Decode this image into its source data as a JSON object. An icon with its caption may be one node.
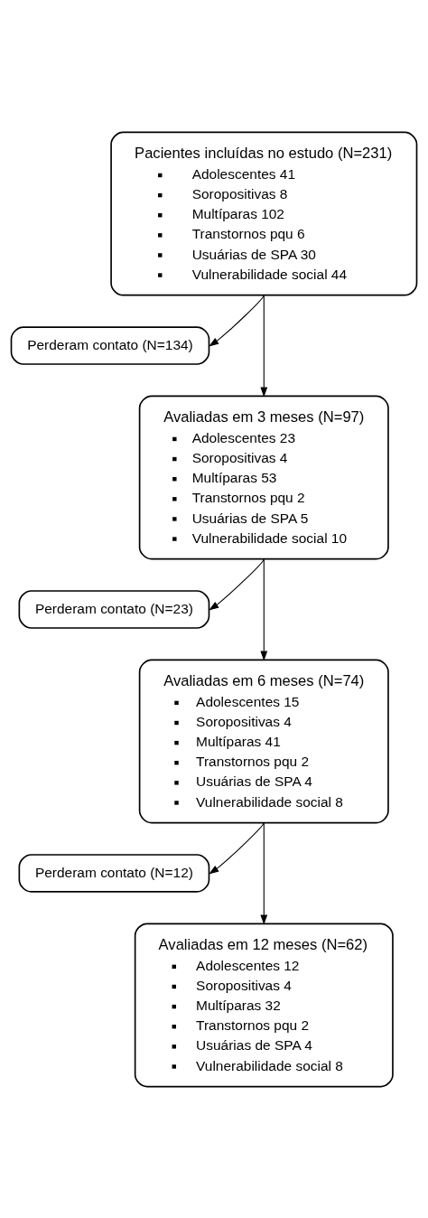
{
  "diagram": {
    "nodes": [
      {
        "text": [
          "Pacientes incluídas no estudo (N=231)",
          "Adolescentes 41",
          "Soropositivas 8",
          "Multíparas 102",
          "Transtornos pqu 6",
          "Usuárias de SPA 30",
          "Vulnerabilidade social 44"
        ]
      },
      {
        "text": [
          "Perderam contato (N=134)"
        ]
      },
      {
        "text": [
          "Avaliadas em 3 meses (N=97)",
          "Adolescentes 23",
          "Soropositivas 4",
          "Multíparas 53",
          "Transtornos pqu 2",
          "Usuárias de SPA 5",
          "Vulnerabilidade social 10"
        ]
      },
      {
        "text": [
          "Perderam contato (N=23)"
        ]
      },
      {
        "text": [
          "Avaliadas em 6 meses (N=74)",
          "Adolescentes 15",
          "Soropositivas 4",
          "Multíparas 41",
          "Transtornos pqu 2",
          "Usuárias de SPA 4",
          "Vulnerabilidade social 8"
        ]
      },
      {
        "text": [
          "Perderam contato (N=12)"
        ]
      },
      {
        "text": [
          "Avaliadas em 12 meses (N=62)",
          "Adolescentes 12",
          "Soropositivas 4",
          "Multíparas 32",
          "Transtornos pqu 2",
          "Usuárias de SPA 4",
          "Vulnerabilidade social 8"
        ]
      }
    ],
    "edges": [
      {
        "from": 0,
        "to": 1,
        "arrow": "to"
      },
      {
        "from": 0,
        "to": 2,
        "arrow": "to"
      },
      {
        "from": 2,
        "to": 3,
        "arrow": "to"
      },
      {
        "from": 2,
        "to": 4,
        "arrow": "to"
      },
      {
        "from": 4,
        "to": 5,
        "arrow": "to"
      },
      {
        "from": 4,
        "to": 6,
        "arrow": "to"
      }
    ]
  }
}
